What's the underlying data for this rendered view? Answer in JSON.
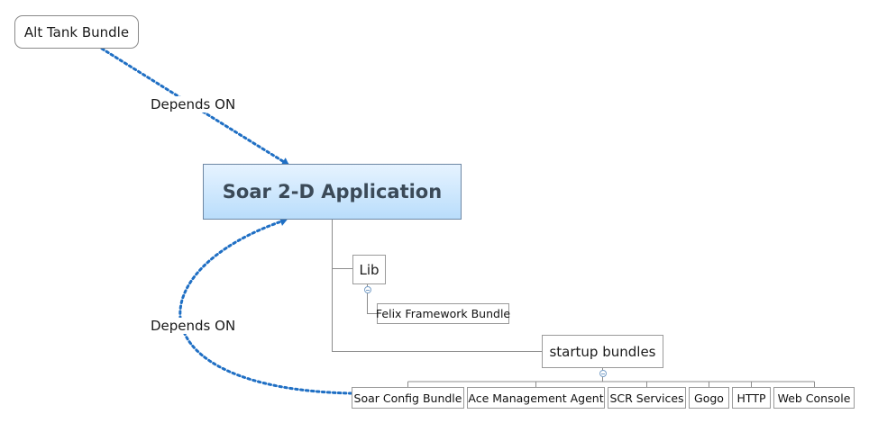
{
  "central_topic": {
    "label": "Soar 2-D Application"
  },
  "floating_topic": {
    "label": "Alt Tank Bundle"
  },
  "relationships": [
    {
      "label": "Depends ON"
    },
    {
      "label": "Depends ON"
    }
  ],
  "branches": [
    {
      "label": "Lib",
      "children": [
        "Felix Framework Bundle"
      ]
    },
    {
      "label": "startup bundles",
      "children": [
        "Soar Config Bundle",
        "Ace Management Agent",
        "SCR Services",
        "Gogo",
        "HTTP",
        "Web Console"
      ]
    }
  ],
  "colors": {
    "relationship_line": "#1f6fc4",
    "connector_line": "#8c8c8c",
    "central_fill_top": "#e6f3ff",
    "central_fill_bottom": "#b9ddfb",
    "central_text": "#3b4a58"
  }
}
